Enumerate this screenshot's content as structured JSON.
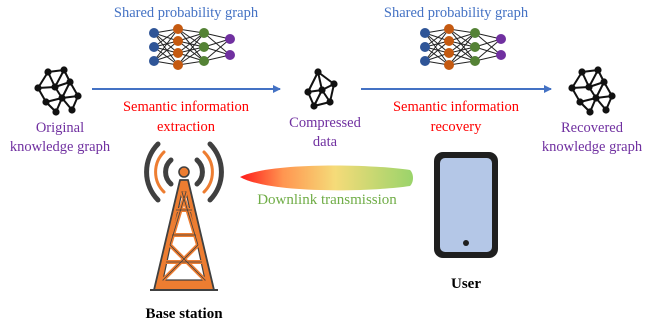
{
  "left_network": {
    "title": "Shared probability graph"
  },
  "right_network": {
    "title": "Shared probability graph"
  },
  "original_graph": {
    "label_line1": "Original",
    "label_line2": "knowledge graph"
  },
  "extraction": {
    "label_line1": "Semantic information",
    "label_line2": "extraction"
  },
  "compressed": {
    "label_line1": "Compressed",
    "label_line2": "data"
  },
  "recovery": {
    "label_line1": "Semantic information",
    "label_line2": "recovery"
  },
  "recovered_graph": {
    "label_line1": "Recovered",
    "label_line2": "knowledge graph"
  },
  "downlink": {
    "label": "Downlink transmission"
  },
  "base_station": {
    "label": "Base station"
  },
  "user": {
    "label": "User"
  },
  "colors": {
    "title_blue": "#4472c4",
    "graph_purple": "#7030a0",
    "semantic_red": "#ff0000",
    "downlink_green": "#70ad47",
    "arrow_blue": "#4472c4",
    "tower_orange": "#ed7d31",
    "phone_fill": "#b4c7e7",
    "layer1": "#2f5597",
    "layer2": "#c55a11",
    "layer3": "#548235",
    "layer4": "#7030a0"
  }
}
